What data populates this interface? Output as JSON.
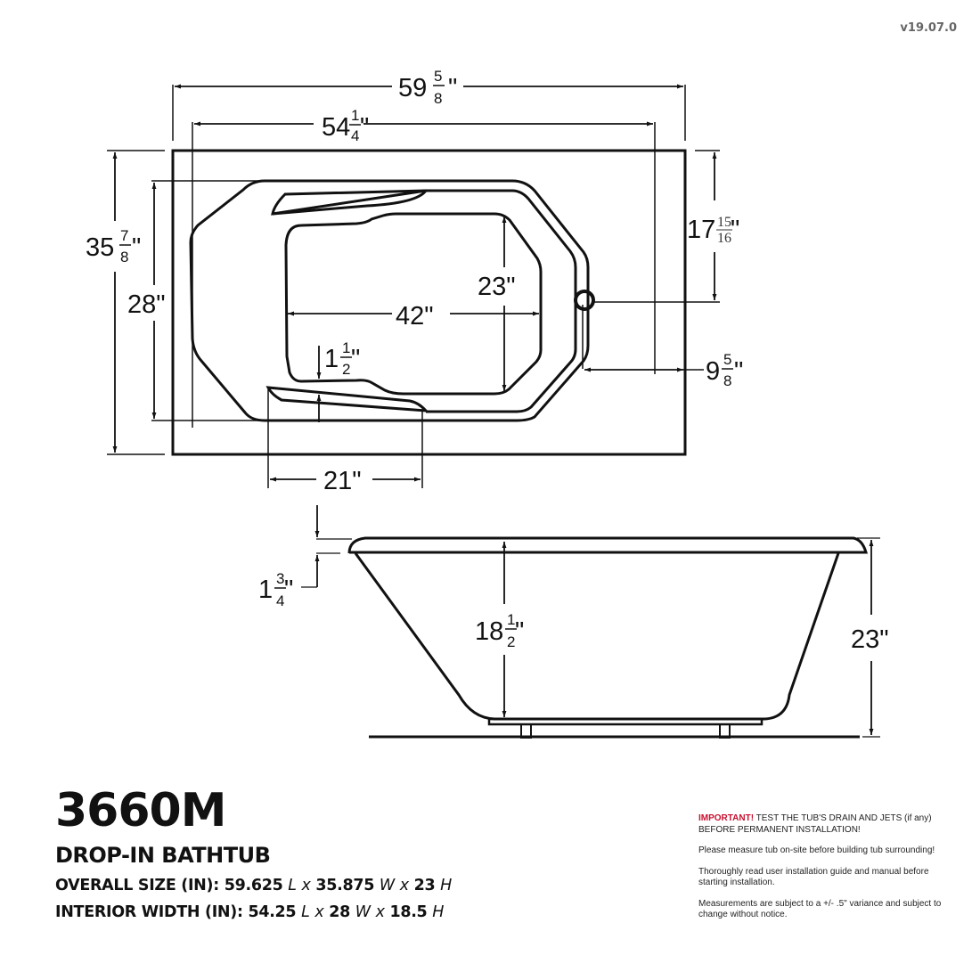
{
  "version": "v19.07.0",
  "product": {
    "model": "3660M",
    "type": "DROP-IN BATHTUB",
    "overall_size": {
      "label": "OVERALL SIZE (IN):",
      "length": "59.625",
      "length_unit": "L",
      "width": "35.875",
      "width_unit": "W",
      "height": "23",
      "height_unit": "H",
      "separator": "x"
    },
    "interior_width": {
      "label": "INTERIOR WIDTH (IN):",
      "length": "54.25",
      "length_unit": "L",
      "width": "28",
      "width_unit": "W",
      "height": "18.5",
      "height_unit": "H",
      "separator": "x"
    }
  },
  "top_view": {
    "overall_length": {
      "whole": "59",
      "num": "5",
      "den": "8",
      "unit": "\""
    },
    "interior_length": {
      "whole": "54",
      "num": "1",
      "den": "4",
      "unit": "\""
    },
    "overall_width": {
      "whole": "35",
      "num": "7",
      "den": "8",
      "unit": "\""
    },
    "interior_width": {
      "value": "28\""
    },
    "drain_from_top": {
      "whole": "17",
      "num": "15",
      "den": "16",
      "unit": "\""
    },
    "basin_width": {
      "value": "23\""
    },
    "basin_length": {
      "value": "42\""
    },
    "armrest_offset": {
      "whole": "1",
      "num": "1",
      "den": "2",
      "unit": "\""
    },
    "drain_from_end": {
      "whole": "9",
      "num": "5",
      "den": "8",
      "unit": "\""
    },
    "armrest_length": {
      "value": "21\""
    }
  },
  "side_view": {
    "rim_thickness": {
      "whole": "1",
      "num": "3",
      "den": "4",
      "unit": "\""
    },
    "interior_depth": {
      "whole": "18",
      "num": "1",
      "den": "2",
      "unit": "\""
    },
    "overall_height": {
      "value": "23\""
    }
  },
  "notes": {
    "important_label": "IMPORTANT!",
    "important_text": " TEST THE TUB'S DRAIN AND JETS (if any) BEFORE PERMANENT INSTALLATION!",
    "items": [
      "Please measure tub on-site before building tub surrounding!",
      "Thoroughly read user installation guide and manual before starting installation.",
      "Measurements are subject to a +/- .5\" variance and subject to change without notice."
    ]
  }
}
